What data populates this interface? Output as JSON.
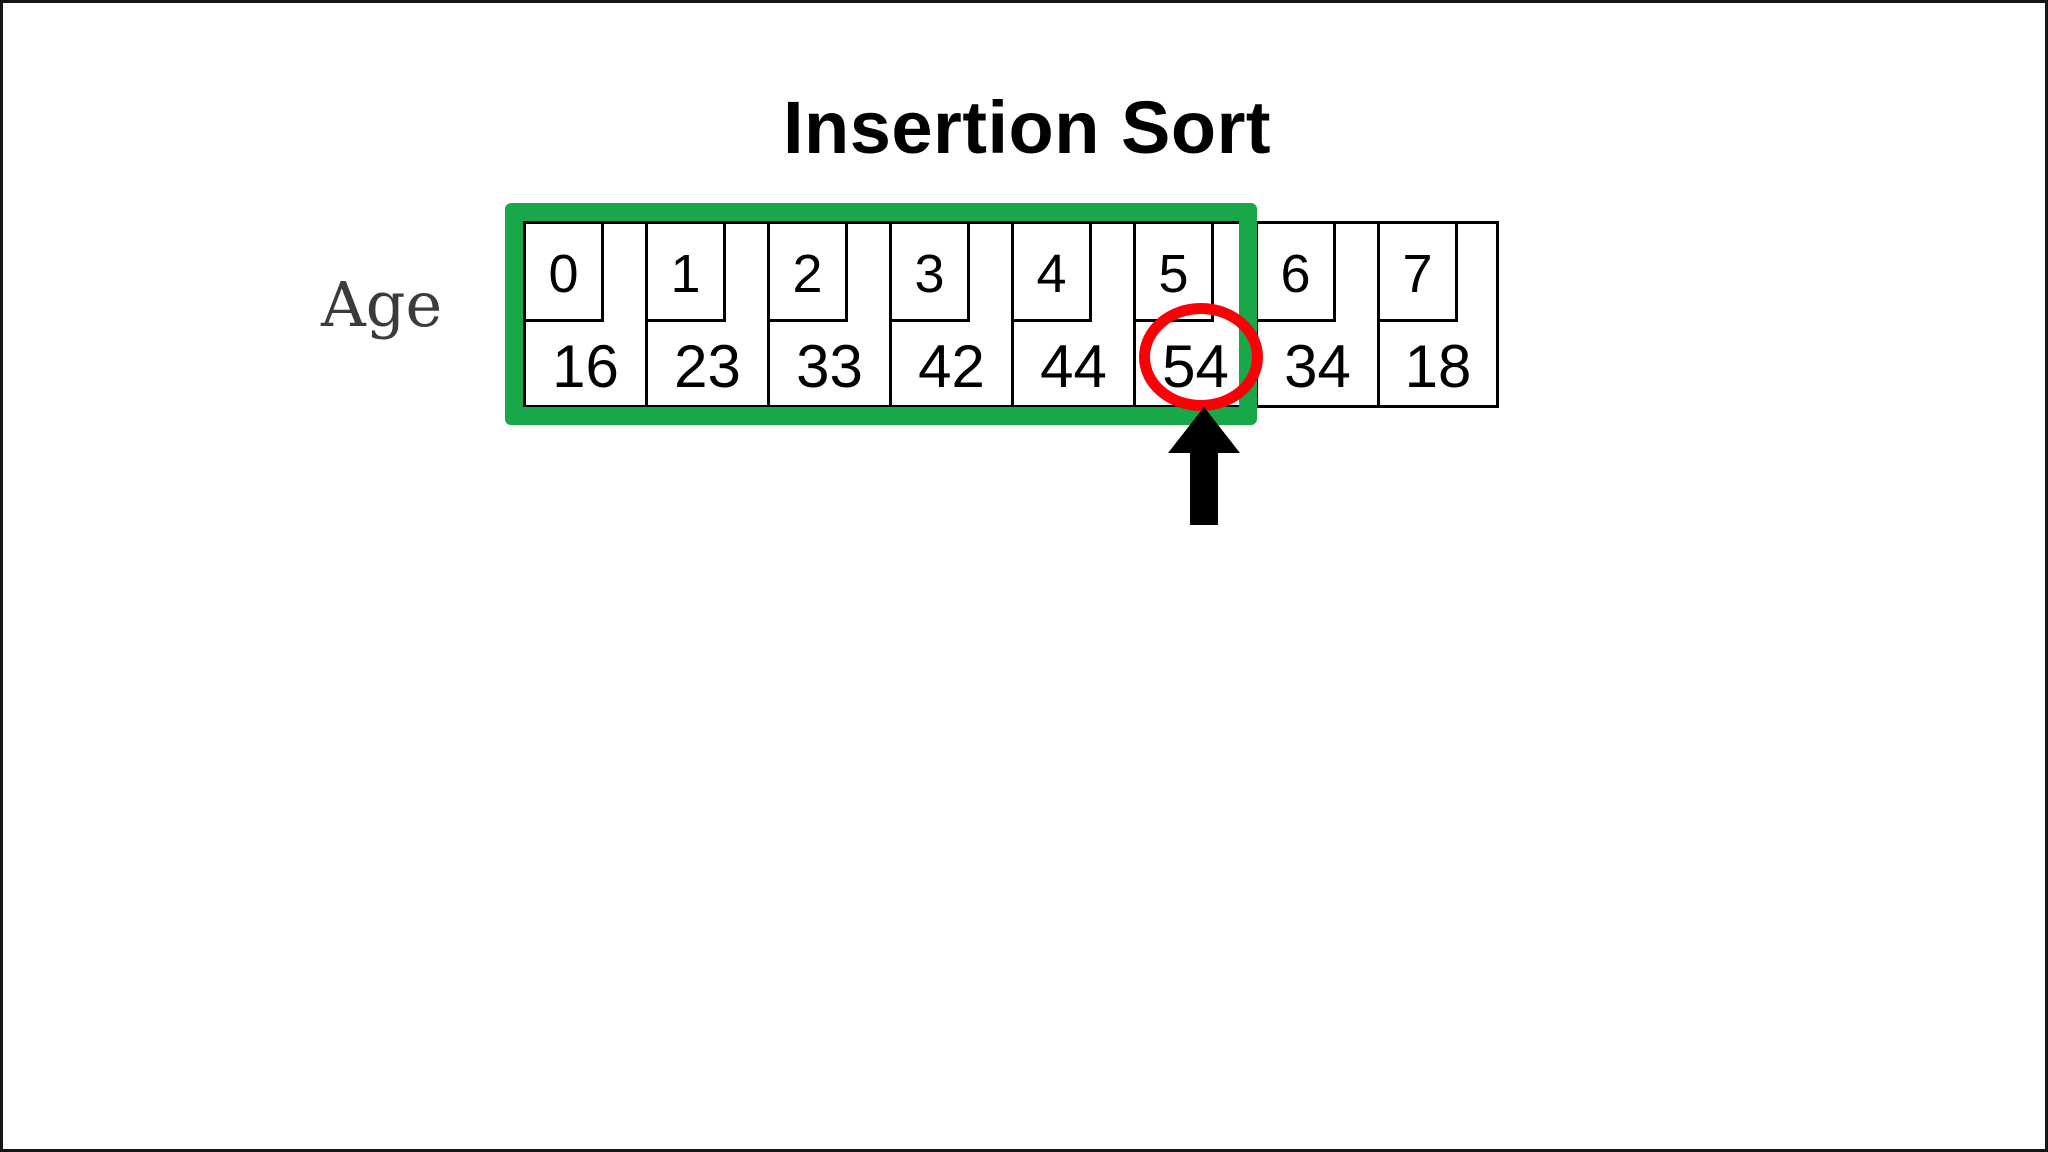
{
  "slide": {
    "title": "Insertion Sort",
    "background_color": "#ffffff",
    "border_color": "#151515"
  },
  "colors": {
    "sorted_region": "#18A84A",
    "current_marker": "#FB0007",
    "cell_border": "#000000",
    "label_text": "#3b3b3b",
    "arrow": "#000000"
  },
  "array": {
    "row_label": "Age",
    "index_header": [
      "0",
      "1",
      "2",
      "3",
      "4",
      "5",
      "6",
      "7"
    ],
    "values": [
      "16",
      "23",
      "33",
      "42",
      "44",
      "54",
      "34",
      "18"
    ],
    "cells": [
      {
        "index": "0",
        "value": "16",
        "sorted": true,
        "current": false
      },
      {
        "index": "1",
        "value": "23",
        "sorted": true,
        "current": false
      },
      {
        "index": "2",
        "value": "33",
        "sorted": true,
        "current": false
      },
      {
        "index": "3",
        "value": "42",
        "sorted": true,
        "current": false
      },
      {
        "index": "4",
        "value": "44",
        "sorted": true,
        "current": false
      },
      {
        "index": "5",
        "value": "54",
        "sorted": true,
        "current": true
      },
      {
        "index": "6",
        "value": "34",
        "sorted": false,
        "current": false
      },
      {
        "index": "7",
        "value": "18",
        "sorted": false,
        "current": false
      }
    ]
  },
  "annotations": {
    "sorted_region": {
      "icon": "green-rectangle-outline",
      "from_index": "0",
      "to_index": "5"
    },
    "current_marker": {
      "icon": "red-ellipse-outline",
      "at_index": "5",
      "at_value": "54"
    },
    "pointer": {
      "icon": "up-arrow-icon",
      "at_index": "5",
      "at_value": "54"
    }
  }
}
